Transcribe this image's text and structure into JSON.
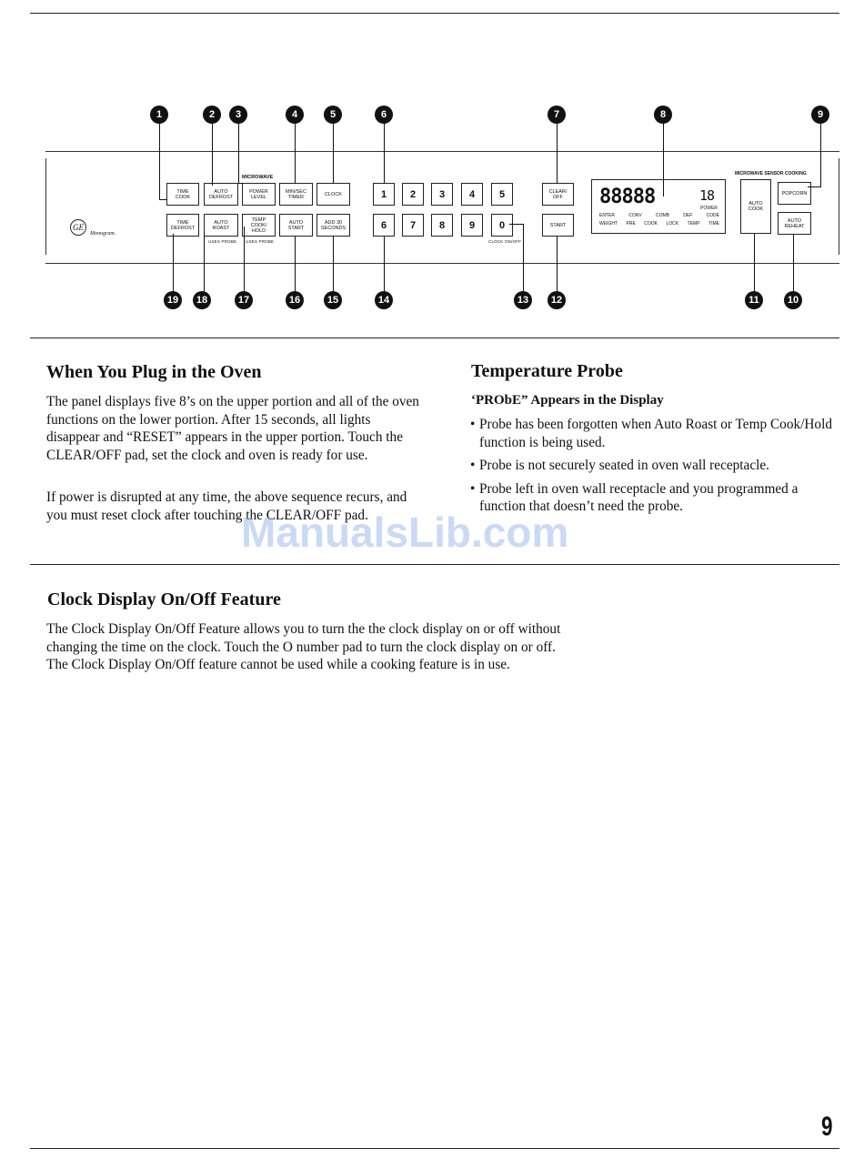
{
  "diagram": {
    "panel_labels": {
      "microwave": "MICROWAVE",
      "sensor": "MICROWAVE SENSOR COOKING",
      "auto_roast_sub": "USES PROBE",
      "temp_cook_sub": "USES PROBE",
      "clock_onoff_sub": "CLOCK ON/OFF",
      "brand": "Monogram."
    },
    "pads_top": [
      {
        "label": "TIME\nCOOK"
      },
      {
        "label": "AUTO\nDEFROST"
      },
      {
        "label": "POWER\nLEVEL"
      },
      {
        "label": "MIN/SEC\nTIMER"
      },
      {
        "label": "CLOCK"
      }
    ],
    "pads_bottom": [
      {
        "label": "TIME\nDEFROST"
      },
      {
        "label": "AUTO\nROAST"
      },
      {
        "label": "TEMP COOK/\nHOLD"
      },
      {
        "label": "AUTO\nSTART"
      },
      {
        "label": "ADD 30\nSECONDS"
      }
    ],
    "number_pads_top": [
      "1",
      "2",
      "3",
      "4",
      "5"
    ],
    "number_pads_bottom": [
      "6",
      "7",
      "8",
      "9",
      "0"
    ],
    "clear_off": "CLEAR/\nOFF",
    "start": "START",
    "display": {
      "digits": "88888",
      "small_digit": "18",
      "words_row1": [
        "ENTER",
        "CONV",
        "COMB",
        "DEF",
        "CODE"
      ],
      "words_row2": [
        "WEIGHT",
        "PRE",
        "COOK",
        "LOCK",
        "TEMP",
        "TIME"
      ],
      "power": "POWER"
    },
    "auto_cook": "AUTO\nCOOK",
    "popcorn": "POPCORN",
    "auto_reheat": "AUTO\nREHEAT",
    "callouts_top": [
      "1",
      "2",
      "3",
      "4",
      "5",
      "6",
      "7",
      "8",
      "9"
    ],
    "callouts_bottom": [
      "19",
      "18",
      "17",
      "16",
      "15",
      "14",
      "13",
      "12",
      "11",
      "10"
    ]
  },
  "plug_in": {
    "heading": "When You Plug in the Oven",
    "p1": "The panel displays five 8’s on the upper portion and all of the oven functions on the lower portion. After 15 seconds, all lights disappear and “RESET” appears in the upper portion. Touch the CLEAR/OFF pad, set the clock and oven is ready for use.",
    "p2": "If power is disrupted at any time, the above sequence recurs, and you must reset clock after touching the CLEAR/OFF pad."
  },
  "probe": {
    "heading": "Temperature Probe",
    "subheading": "‘PRObE” Appears in the Display",
    "bullets": [
      "Probe has been forgotten when Auto Roast or Temp Cook/Hold function is being used.",
      "Probe is not securely seated in oven wall receptacle.",
      "Probe left in oven wall receptacle and you programmed a function that doesn’t need the probe."
    ]
  },
  "clock_display": {
    "heading": "Clock Display On/Off Feature",
    "p1": "The Clock Display On/Off Feature allows you to turn the the clock display on or off without changing the time on the clock. Touch the O number pad to turn the clock display on or off. The Clock Display On/Off feature cannot be used while a cooking feature is in use."
  },
  "watermark": "ManualsLib.com",
  "page_number": "9"
}
